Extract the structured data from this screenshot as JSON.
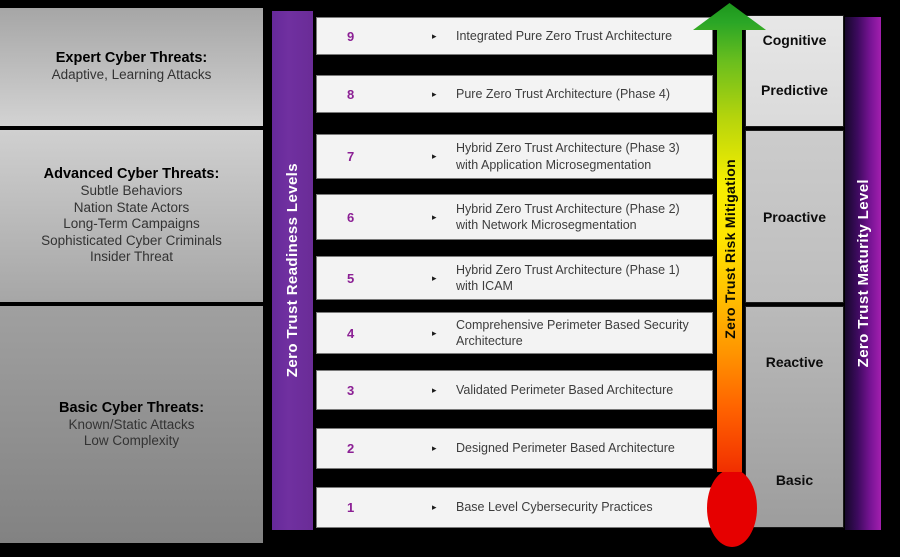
{
  "threat_column": {
    "sections": [
      {
        "title": "Expert Cyber Threats:",
        "lines": [
          "Adaptive,  Learning Attacks"
        ]
      },
      {
        "title": "Advanced Cyber Threats:",
        "lines": [
          "Subtle Behaviors",
          "Nation State Actors",
          "Long-Term Campaigns",
          "Sophisticated Cyber Criminals",
          "Insider Threat"
        ]
      },
      {
        "title": "Basic Cyber Threats:",
        "lines": [
          "Known/Static Attacks",
          "Low Complexity"
        ]
      }
    ]
  },
  "readiness_bar": {
    "label": "Zero Trust Readiness Levels",
    "color": "#7030A0"
  },
  "levels": [
    {
      "number": "9",
      "lines": [
        "Integrated  Pure Zero Trust Architecture"
      ]
    },
    {
      "number": "8",
      "lines": [
        "Pure Zero Trust Architecture (Phase 4)"
      ]
    },
    {
      "number": "7",
      "lines": [
        "Hybrid Zero Trust Architecture (Phase 3)",
        "with Application Microsegmentation"
      ]
    },
    {
      "number": "6",
      "lines": [
        "Hybrid Zero Trust Architecture (Phase 2)",
        "with Network Microsegmentation"
      ]
    },
    {
      "number": "5",
      "lines": [
        "Hybrid Zero Trust Architecture (Phase 1)",
        "with ICAM"
      ]
    },
    {
      "number": "4",
      "lines": [
        "Comprehensive Perimeter Based Security",
        "Architecture"
      ]
    },
    {
      "number": "3",
      "lines": [
        "Validated  Perimeter Based Architecture"
      ]
    },
    {
      "number": "2",
      "lines": [
        "Designed Perimeter Based Architecture"
      ]
    },
    {
      "number": "1",
      "lines": [
        "Base Level  Cybersecurity Practices"
      ]
    }
  ],
  "icons": {
    "bullet_glyph": "▸"
  },
  "risk_arrow": {
    "label": "Zero Trust Risk Mitigation",
    "top_color": "#1F9E1F",
    "mid_color": "#FFE400",
    "bottom_color": "#E60000"
  },
  "maturity_bar": {
    "label": "Zero Trust Maturity Level"
  },
  "stages": [
    {
      "label": "Cognitive"
    },
    {
      "label": "Predictive"
    },
    {
      "label": "Proactive"
    },
    {
      "label": "Reactive"
    },
    {
      "label": "Basic"
    }
  ],
  "accent_colors": {
    "level_number": "#8B1F94",
    "readiness_purple": "#7030A0",
    "maturity_magenta": "#A21FAE"
  }
}
